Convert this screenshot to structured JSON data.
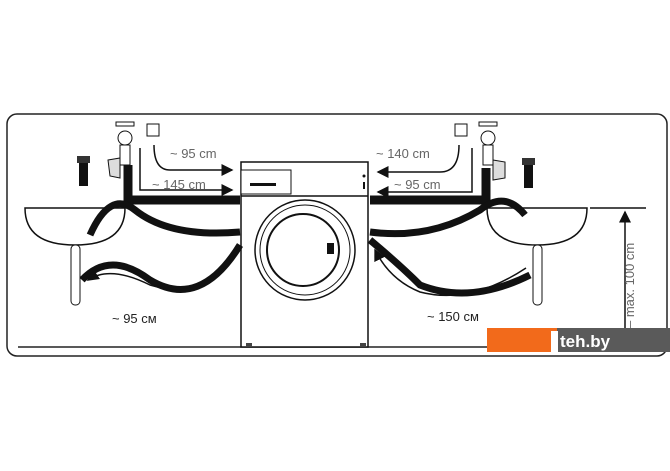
{
  "labels": {
    "left_drain_top": "~ 95 cm",
    "left_inlet": "~ 145 cm",
    "right_drain_top": "~ 140 cm",
    "right_inlet": "~ 95 cm",
    "left_drain_hose": "~ 95 см",
    "right_drain_hose": "~ 150 см",
    "max_height": "– max. 100 cm"
  },
  "watermark": {
    "text": "teh.by",
    "accent_color": "#f26a1b",
    "bar_color": "#5a5a5a"
  }
}
